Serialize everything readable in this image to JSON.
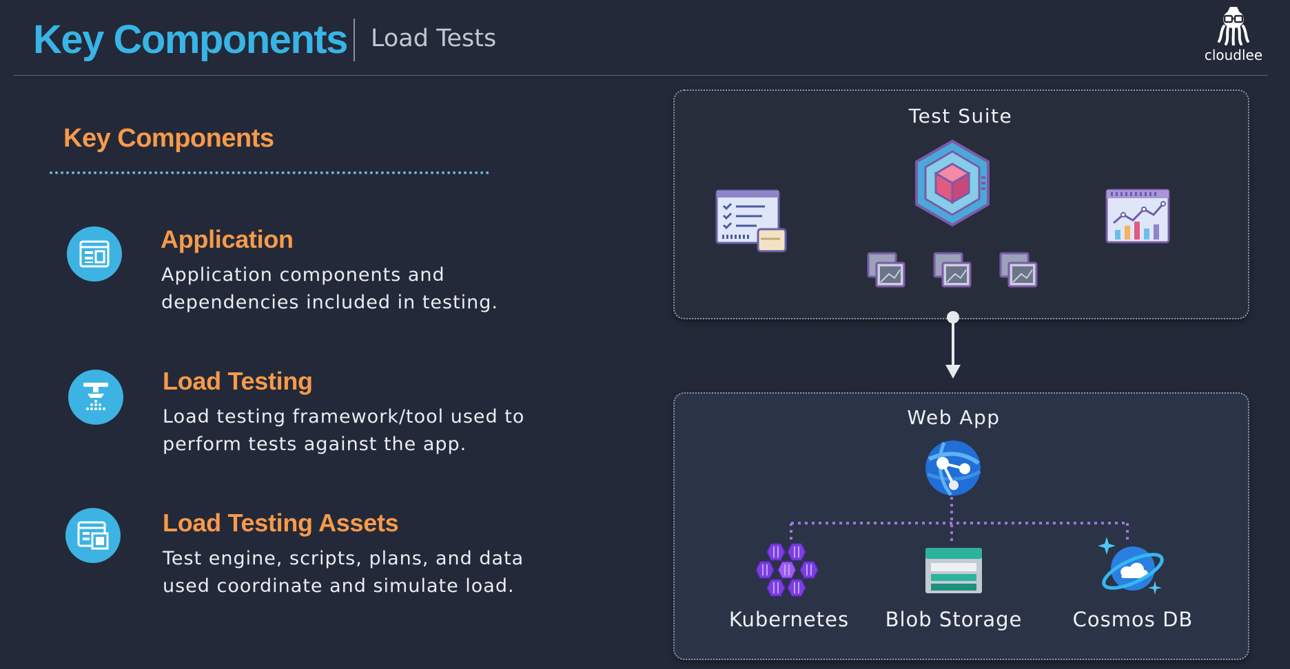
{
  "header": {
    "title": "Key Components",
    "subtitle": "Load Tests",
    "logo_text": "cloudlee"
  },
  "left": {
    "heading": "Key Components",
    "items": [
      {
        "icon": "application-window-icon",
        "title": "Application",
        "desc_line1": "Application components and",
        "desc_line2": "dependencies included in testing."
      },
      {
        "icon": "load-testing-icon",
        "title": "Load Testing",
        "desc_line1": "Load testing framework/tool used to",
        "desc_line2": "perform tests against the app."
      },
      {
        "icon": "load-testing-assets-icon",
        "title": "Load Testing Assets",
        "desc_line1": "Test engine, scripts, plans, and data",
        "desc_line2": "used coordinate and simulate load."
      }
    ]
  },
  "diagram": {
    "test_suite": {
      "label": "Test Suite",
      "icons": [
        "test-plan-checklist-icon",
        "test-engine-hexagon-icon",
        "report-chart-icon",
        "asset-screen-icon",
        "asset-screen-icon",
        "asset-screen-icon"
      ]
    },
    "web_app": {
      "label": "Web App",
      "icon": "web-app-globe-icon",
      "dependencies": [
        {
          "label": "Kubernetes",
          "icon": "kubernetes-icon"
        },
        {
          "label": "Blob Storage",
          "icon": "blob-storage-icon"
        },
        {
          "label": "Cosmos DB",
          "icon": "cosmos-db-icon"
        }
      ]
    },
    "colors": {
      "accent_blue": "#38b4e6",
      "accent_orange": "#f79a4a",
      "connector_purple": "#9b78d6"
    }
  }
}
